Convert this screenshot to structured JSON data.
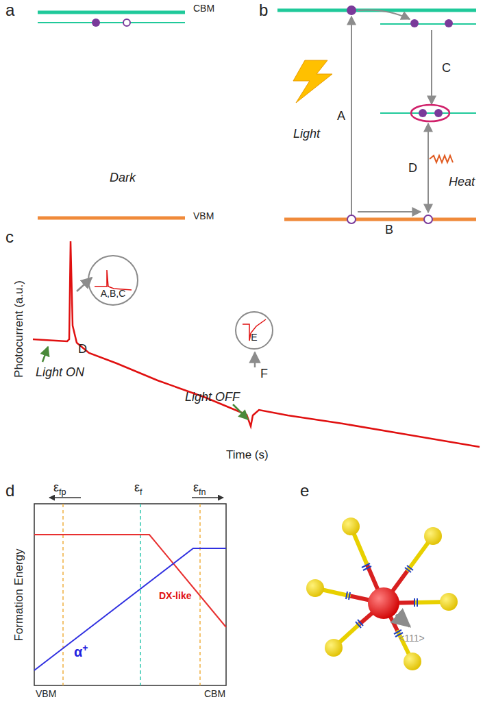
{
  "diagram": {
    "nodes": [
      {
        "text": [
          "A,B,C"
        ]
      },
      {
        "text": [
          "E"
        ]
      }
    ],
    "labels": [
      "a",
      "CBM",
      "Dark",
      "VBM",
      "b",
      "Light",
      "A",
      "B",
      "C",
      "D",
      "Heat",
      "c",
      "Photocurrent (a.u.)",
      "D",
      "Light ON",
      "F",
      "Light OFF",
      "Time (s)",
      "d",
      "εfp",
      "εf",
      "εfn",
      "DX-like",
      "α+",
      "Formation Energy",
      "VBM",
      "CBM",
      "e",
      "<111>"
    ]
  }
}
